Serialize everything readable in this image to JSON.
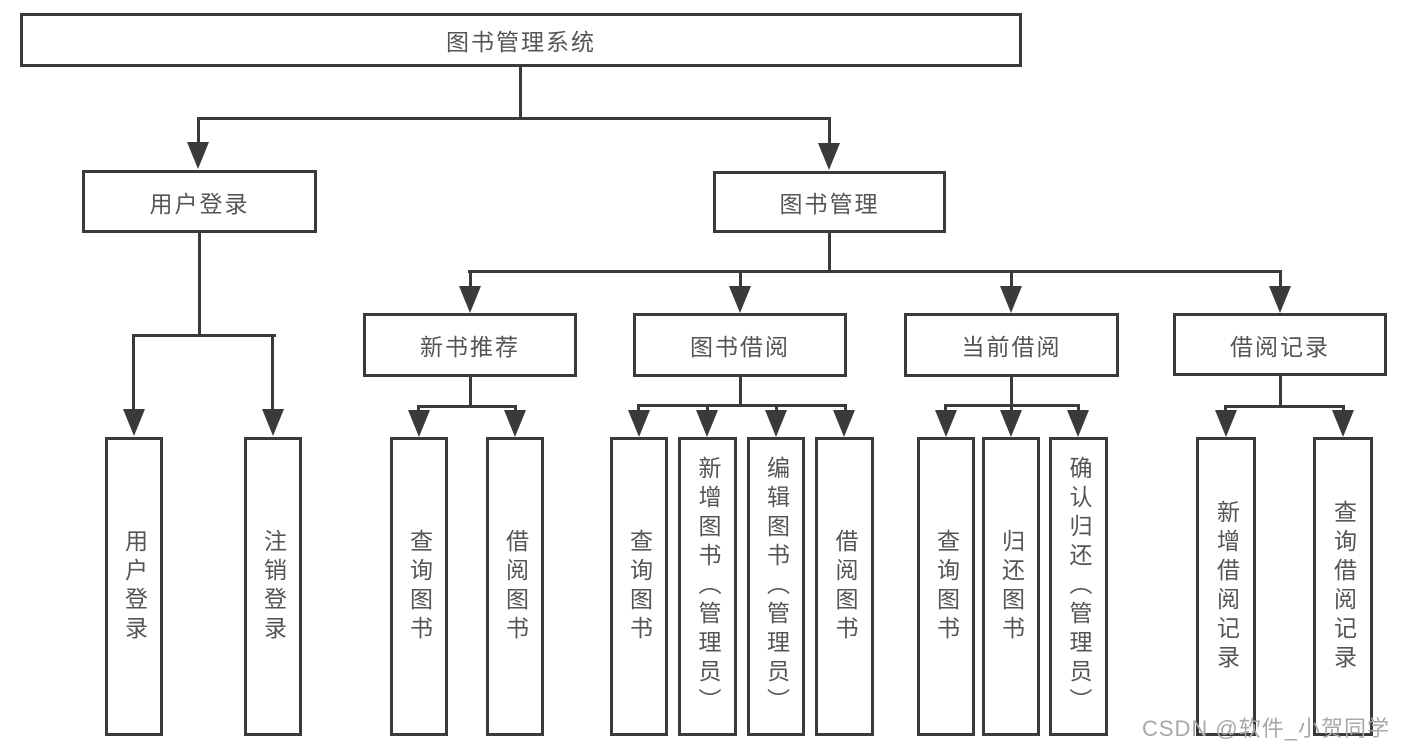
{
  "diagram": {
    "root": {
      "label": "图书管理系统"
    },
    "level2": [
      {
        "label": "用户登录"
      },
      {
        "label": "图书管理"
      }
    ],
    "level3": [
      {
        "label": "新书推荐"
      },
      {
        "label": "图书借阅"
      },
      {
        "label": "当前借阅"
      },
      {
        "label": "借阅记录"
      }
    ],
    "level4": {
      "user_login_children": [
        {
          "label": "用户登录"
        },
        {
          "label": "注销登录"
        }
      ],
      "new_book_children": [
        {
          "label": "查询图书"
        },
        {
          "label": "借阅图书"
        }
      ],
      "book_borrow_children": [
        {
          "label": "查询图书"
        },
        {
          "label": "新增图书（管理员）"
        },
        {
          "label": "编辑图书（管理员）"
        },
        {
          "label": "借阅图书"
        }
      ],
      "current_borrow_children": [
        {
          "label": "查询图书"
        },
        {
          "label": "归还图书"
        },
        {
          "label": "确认归还（管理员）"
        }
      ],
      "borrow_record_children": [
        {
          "label": "新增借阅记录"
        },
        {
          "label": "查询借阅记录"
        }
      ]
    }
  },
  "watermark": {
    "text": "CSDN @软件_小贺同学"
  },
  "colors": {
    "line": "#3a3a3a",
    "text": "#555555",
    "watermark": "#a8a8a8",
    "background": "#ffffff"
  }
}
